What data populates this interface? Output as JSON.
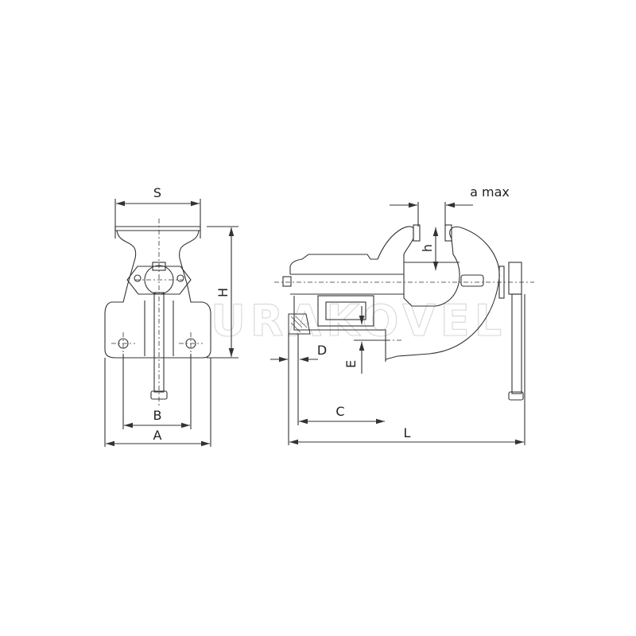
{
  "drawing": {
    "subject": "bench-vise",
    "line_color": "#333333",
    "watermark_text": "URAKOVEL",
    "dimensions": {
      "S": "S",
      "H": "H",
      "B": "B",
      "A": "A",
      "a_max": "a max",
      "h": "h",
      "D": "D",
      "E": "E",
      "C": "C",
      "L": "L"
    }
  }
}
